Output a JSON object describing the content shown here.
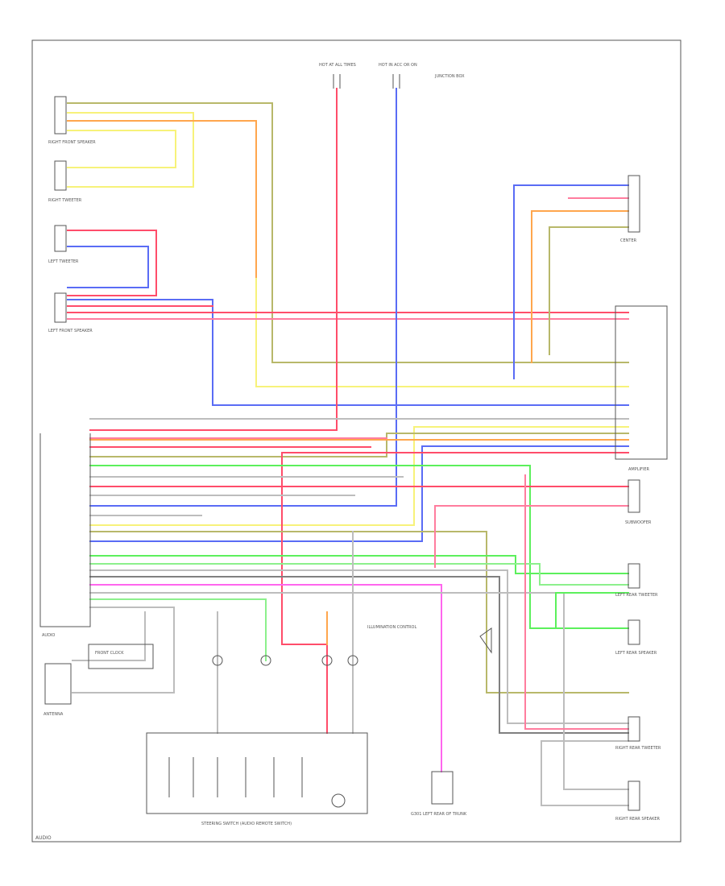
{
  "diagram": {
    "footer_ref": "AUDIO",
    "components": {
      "radio": "AUDIO",
      "amplifier": "AMPLIFIER",
      "steering_switch": "STEERING SWITCH (AUDIO REMOTE SWITCH)",
      "antenna": "ANTENNA",
      "front_clock": "FRONT CLOCK",
      "subwoofer": "SUBWOOFER",
      "lf_door_speaker": "LEFT FRONT SPEAKER",
      "lf_tweeter": "LEFT TWEETER",
      "rf_door_speaker": "RIGHT FRONT SPEAKER",
      "rf_tweeter": "RIGHT TWEETER",
      "center_speaker": "CENTER",
      "lr_speaker": "LEFT REAR SPEAKER",
      "lr_tweeter": "LEFT REAR TWEETER",
      "rr_speaker": "RIGHT REAR SPEAKER",
      "rr_tweeter": "RIGHT REAR TWEETER",
      "ground": "G301 LEFT REAR OF TRUNK",
      "fuse_1": "HOT AT ALL TIMES",
      "fuse_2": "HOT IN ACC OR ON",
      "junction_box": "JUNCTION BOX",
      "illumination": "ILLUMINATION CONTROL"
    },
    "wire_colors": {
      "red": "#ff4d6a",
      "pink": "#ff7d9e",
      "blue": "#5a6cf5",
      "yellow": "#f7f27a",
      "olive": "#b8b86a",
      "orange": "#ffa64d",
      "green": "#5cf05c",
      "light_green": "#8cf08c",
      "magenta": "#ff66ee",
      "gray": "#bdbdbd",
      "dark_gray": "#808080",
      "frame": "#555555"
    }
  }
}
